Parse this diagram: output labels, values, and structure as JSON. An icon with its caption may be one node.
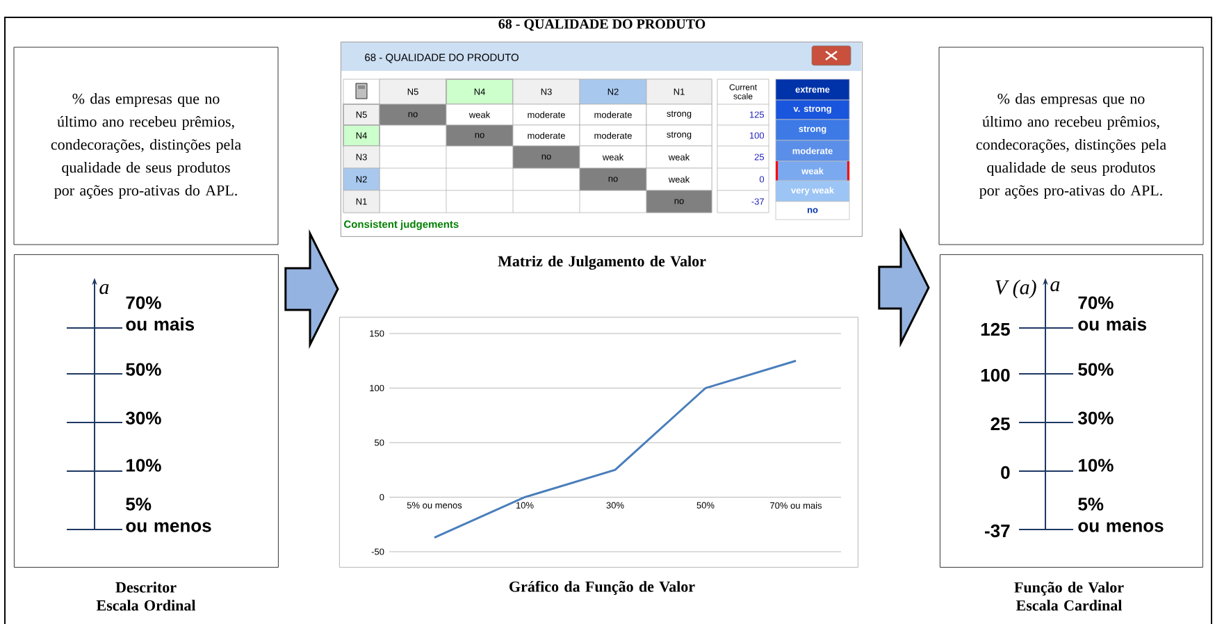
{
  "diagram": {
    "title": "68 - QUALIDADE DO PRODUTO",
    "nodes": [
      {
        "text": [
          "% das empresas que no último ano recebeu prêmios, condecorações, distinções pela qualidade de seus produtos por ações pro-ativas do APL."
        ]
      },
      {
        "text": [
          "a",
          "70% ou mais",
          "50%",
          "30%",
          "10%",
          "5% ou menos"
        ],
        "beside": [
          "Descritor Escala Ordinal"
        ]
      },
      {
        "text": [
          "68 - QUALIDADE DO PRODUTO"
        ],
        "beside": [
          "Matriz de Julgamento de Valor"
        ]
      },
      {
        "text": [],
        "shape": "box",
        "beside": [
          "Gráfico da Função de Valor"
        ]
      },
      {
        "text": [
          "% das empresas que no último ano recebeu prêmios, condecorações, distinções pela qualidade de seus produtos por ações pro-ativas do APL."
        ]
      },
      {
        "text": [
          "V (a)",
          "a",
          "125",
          "70% ou mais",
          "100",
          "50%",
          "25",
          "30%",
          "0",
          "10%",
          "-37",
          "5% ou menos"
        ],
        "beside": [
          "Função de Valor Escala Cardinal"
        ]
      }
    ],
    "edges": [
      {
        "from": 1,
        "to": 2,
        "arrow": "to"
      },
      {
        "from": 2,
        "to": 5,
        "arrow": "to"
      }
    ],
    "labels": [
      "N5",
      "N4",
      "N3",
      "N2",
      "N1",
      "Current scale",
      "N5",
      "no",
      "weak",
      "moderate",
      "moderate",
      "strong",
      "125",
      "N4",
      "no",
      "moderate",
      "moderate",
      "strong",
      "100",
      "N3",
      "no",
      "weak",
      "weak",
      "25",
      "N2",
      "no",
      "weak",
      "0",
      "N1",
      "no",
      "-37",
      "extreme",
      "v. strong",
      "strong",
      "moderate",
      "weak",
      "very weak",
      "no",
      "Consistent judgements"
    ],
    "chart_data": {
      "type": "line",
      "categories": [
        "5% ou menos",
        "10%",
        "30%",
        "50%",
        "70% ou mais"
      ],
      "series": [
        {
          "color": "#4a7ebb",
          "values": [
            -37,
            0,
            25,
            100,
            125
          ]
        }
      ],
      "ylim": [
        -50,
        150
      ],
      "yticks": [
        -50,
        0,
        50,
        100,
        150
      ],
      "grid": true
    }
  }
}
